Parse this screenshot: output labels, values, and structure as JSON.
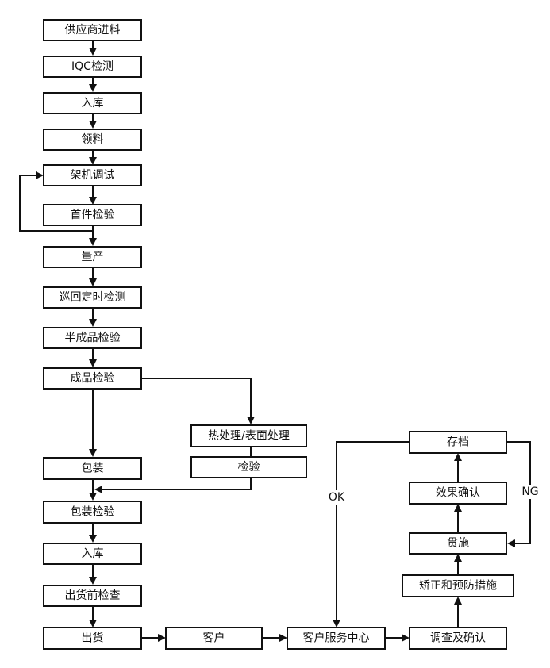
{
  "nodes": {
    "supplier_incoming": "供应商进料",
    "iqc_inspection": "IQC检测",
    "storage_in_1": "入库",
    "material_pick": "领料",
    "machine_setup": "架机调试",
    "first_article_inspection": "首件检验",
    "mass_production": "量产",
    "patrol_inspection": "巡回定时检测",
    "semi_finished_inspection": "半成品检验",
    "finished_inspection": "成品检验",
    "heat_surface_treatment": "热处理/表面处理",
    "treatment_inspection": "检验",
    "packaging": "包装",
    "packaging_inspection": "包装检验",
    "storage_in_2": "入库",
    "pre_shipment_inspection": "出货前检查",
    "shipment": "出货",
    "customer": "客户",
    "customer_service_center": "客户服务中心",
    "investigation_confirmation": "调查及确认",
    "corrective_preventive_action": "矫正和预防措施",
    "implementation": "贯施",
    "effect_confirmation": "效果确认",
    "archive": "存档"
  },
  "edge_labels": {
    "ok": "OK",
    "ng": "NG"
  },
  "colors": {
    "stroke": "#111111",
    "background": "#ffffff"
  }
}
